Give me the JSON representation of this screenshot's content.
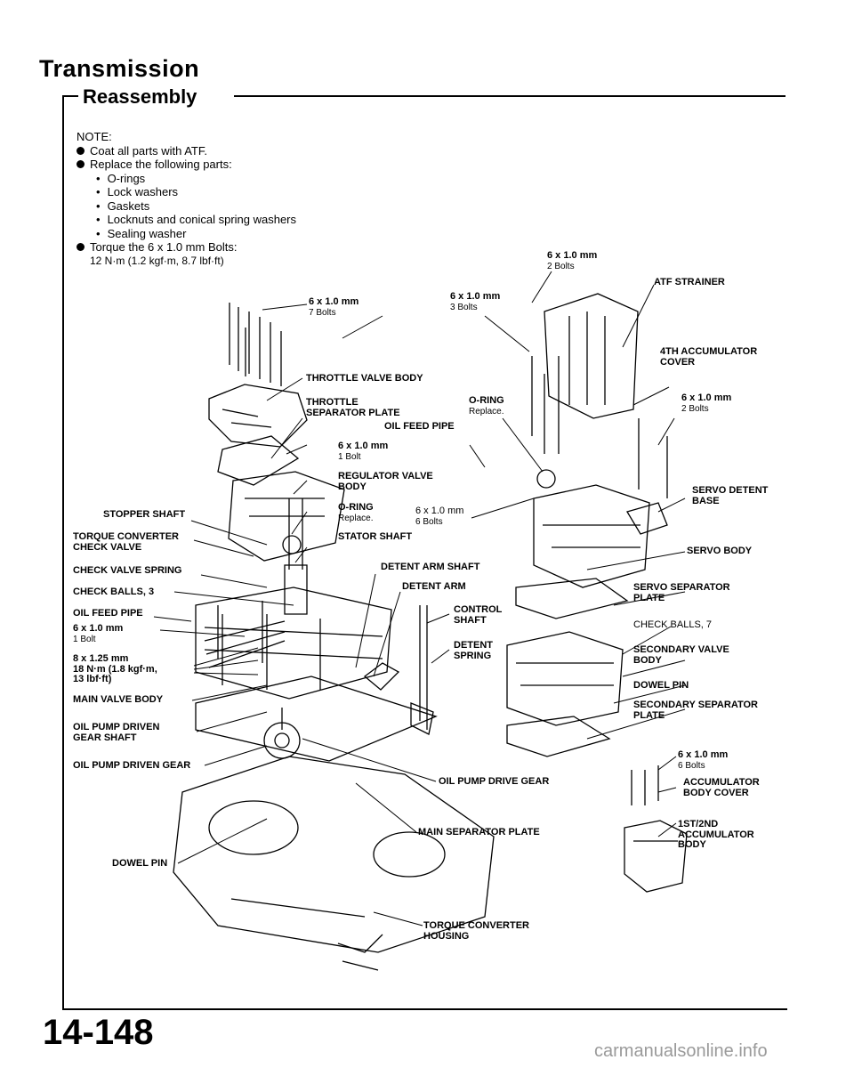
{
  "header": {
    "title": "Transmission",
    "section": "Reassembly"
  },
  "notes": {
    "heading": "NOTE:",
    "items": [
      "Coat all parts with ATF.",
      "Replace the following parts:"
    ],
    "sub_items": [
      "O-rings",
      "Lock washers",
      "Gaskets",
      "Locknuts and conical spring washers",
      "Sealing washer"
    ],
    "torque_item": "Torque the 6 x 1.0 mm Bolts:",
    "torque_value": "12 N·m (1.2 kgf·m, 8.7 lbf·ft)"
  },
  "labels": {
    "bolt_2_top": "6 x 1.0 mm",
    "bolt_2_top_count": "2 Bolts",
    "atf_strainer": "ATF STRAINER",
    "bolt_7": "6 x 1.0 mm",
    "bolt_7_count": "7 Bolts",
    "bolt_3": "6 x 1.0 mm",
    "bolt_3_count": "3 Bolts",
    "accumulator_4th_cover": "4TH ACCUMULATOR COVER",
    "throttle_valve_body": "THROTTLE VALVE BODY",
    "throttle_separator_plate": "THROTTLE SEPARATOR PLATE",
    "oring_top": "O-RING",
    "oring_top_note": "Replace.",
    "bolt_2_right": "6 x 1.0 mm",
    "bolt_2_right_count": "2 Bolts",
    "oil_feed_pipe_top": "OIL FEED PIPE",
    "bolt_1_top": "6 x 1.0 mm",
    "bolt_1_top_count": "1 Bolt",
    "regulator_valve_body": "REGULATOR VALVE BODY",
    "servo_detent_base": "SERVO DETENT BASE",
    "stopper_shaft": "STOPPER SHAFT",
    "oring_mid": "O-RING",
    "oring_mid_note": "Replace.",
    "bolt_6_mid": "6 x 1.0 mm",
    "bolt_6_mid_count": "6 Bolts",
    "torque_converter_check_valve": "TORQUE CONVERTER CHECK VALVE",
    "stator_shaft": "STATOR SHAFT",
    "servo_body": "SERVO BODY",
    "check_valve_spring": "CHECK VALVE SPRING",
    "detent_arm_shaft": "DETENT ARM SHAFT",
    "check_balls_3": "CHECK BALLS, 3",
    "detent_arm": "DETENT ARM",
    "servo_separator_plate": "SERVO SEPARATOR PLATE",
    "oil_feed_pipe_left": "OIL FEED PIPE",
    "control_shaft": "CONTROL SHAFT",
    "check_balls_7": "CHECK BALLS, 7",
    "bolt_1_left": "6 x 1.0 mm",
    "bolt_1_left_count": "1 Bolt",
    "detent_spring": "DETENT SPRING",
    "secondary_valve_body": "SECONDARY VALVE BODY",
    "bolt_8": "8 x 1.25 mm",
    "bolt_8_torque_1": "18 N·m (1.8 kgf·m,",
    "bolt_8_torque_2": "13 lbf·ft)",
    "dowel_pin_right": "DOWEL PIN",
    "main_valve_body": "MAIN VALVE BODY",
    "secondary_separator_plate": "SECONDARY SEPARATOR PLATE",
    "oil_pump_driven_gear_shaft": "OIL PUMP DRIVEN GEAR SHAFT",
    "bolt_6_right": "6 x 1.0 mm",
    "bolt_6_right_count": "6 Bolts",
    "oil_pump_driven_gear": "OIL PUMP DRIVEN GEAR",
    "oil_pump_drive_gear": "OIL PUMP DRIVE GEAR",
    "accumulator_body_cover": "ACCUMULATOR BODY COVER",
    "main_separator_plate": "MAIN SEPARATOR PLATE",
    "accumulator_1st2nd_body": "1ST/2ND ACCUMULATOR BODY",
    "dowel_pin_left": "DOWEL PIN",
    "torque_converter_housing": "TORQUE CONVERTER HOUSING"
  },
  "footer": {
    "page_number": "14-148",
    "watermark": "carmanualsonline.info"
  }
}
